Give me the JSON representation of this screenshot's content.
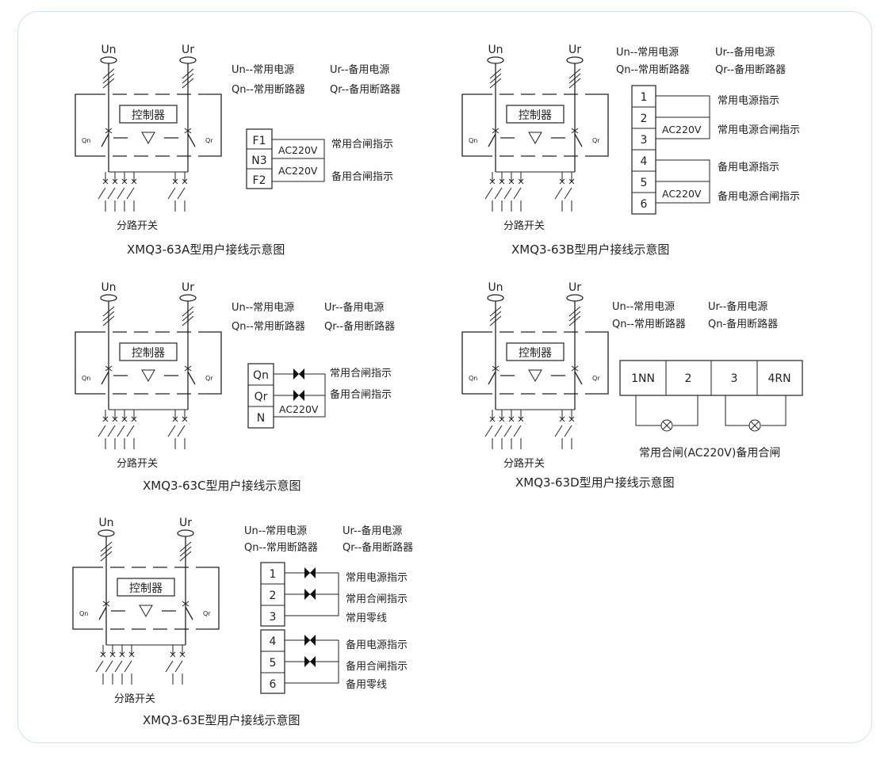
{
  "labels": {
    "un": "Un",
    "ur": "Ur",
    "controller": "控制器",
    "qn_small": "Qn",
    "qr_small": "Qr",
    "branch_switch": "分路开关",
    "ac220v": "AC220V"
  },
  "legend": {
    "un_desc": "Un--常用电源",
    "ur_desc": "Ur--备用电源",
    "qn_desc": "Qn--常用断路器",
    "qr_desc": "Qr--备用断路器",
    "qn_desc_alt": "Qn-备用断路器"
  },
  "panel_a": {
    "caption": "XMQ3-63A型用户接线示意图",
    "terminals": [
      "F1",
      "N3",
      "F2"
    ],
    "labels": [
      "常用合闸指示",
      "备用合闸指示"
    ]
  },
  "panel_b": {
    "caption": "XMQ3-63B型用户接线示意图",
    "terminals": [
      "1",
      "2",
      "3",
      "4",
      "5",
      "6"
    ],
    "labels": [
      "常用电源指示",
      "常用电源合闸指示",
      "备用电源指示",
      "备用电源合闸指示"
    ]
  },
  "panel_c": {
    "caption": "XMQ3-63C型用户接线示意图",
    "terminals": [
      "Qn",
      "Qr",
      "N"
    ],
    "labels": [
      "常用合闸指示",
      "备用合闸指示"
    ]
  },
  "panel_d": {
    "caption": "XMQ3-63D型用户接线示意图",
    "terminals": [
      "1NN",
      "2",
      "3",
      "4RN"
    ],
    "label": "常用合闸(AC220V)备用合闸"
  },
  "panel_e": {
    "caption": "XMQ3-63E型用户接线示意图",
    "terminals": [
      "1",
      "2",
      "3",
      "4",
      "5",
      "6"
    ],
    "labels": [
      "常用电源指示",
      "常用合闸指示",
      "常用零线",
      "备用电源指示",
      "备用合闸指示",
      "备用零线"
    ]
  }
}
